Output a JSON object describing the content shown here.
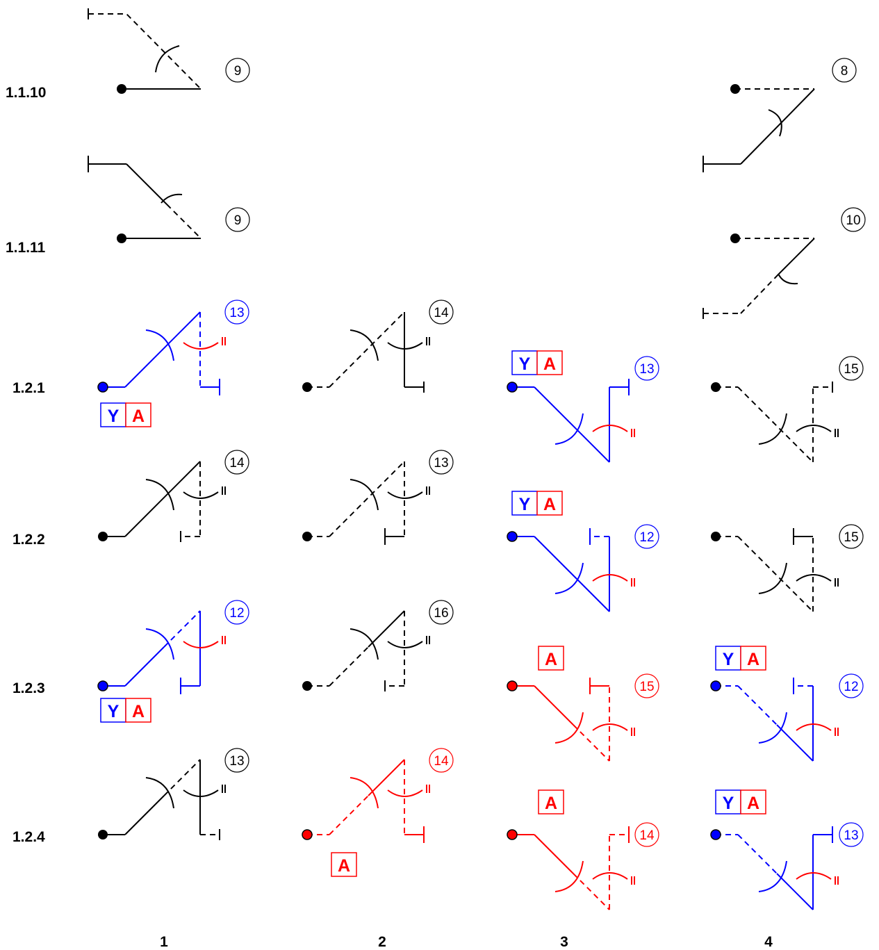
{
  "row_labels": [
    "1.1.10",
    "1.1.11",
    "1.2.1",
    "1.2.2",
    "1.2.3",
    "1.2.4"
  ],
  "column_labels": [
    "1",
    "2",
    "3",
    "4"
  ],
  "colors": {
    "black": "#000000",
    "blue": "#0000ff",
    "red": "#ff0000"
  },
  "symbols": [
    {
      "id": "r1c1",
      "number": "9",
      "number_color": "black"
    },
    {
      "id": "r2c1",
      "number": "9",
      "number_color": "black"
    },
    {
      "id": "r1c4",
      "number": "8",
      "number_color": "black"
    },
    {
      "id": "r2c4",
      "number": "10",
      "number_color": "black"
    },
    {
      "id": "r3c1",
      "number": "13",
      "number_color": "blue",
      "tag": [
        "Y",
        "A"
      ]
    },
    {
      "id": "r3c2",
      "number": "14",
      "number_color": "black"
    },
    {
      "id": "r3c3",
      "number": "13",
      "number_color": "blue",
      "tag": [
        "Y",
        "A"
      ]
    },
    {
      "id": "r3c4",
      "number": "15",
      "number_color": "black"
    },
    {
      "id": "r4c1",
      "number": "14",
      "number_color": "black"
    },
    {
      "id": "r4c2",
      "number": "13",
      "number_color": "black"
    },
    {
      "id": "r4c3",
      "number": "12",
      "number_color": "blue",
      "tag": [
        "Y",
        "A"
      ]
    },
    {
      "id": "r4c4",
      "number": "15",
      "number_color": "black"
    },
    {
      "id": "r5c1",
      "number": "12",
      "number_color": "blue",
      "tag": [
        "Y",
        "A"
      ]
    },
    {
      "id": "r5c2",
      "number": "16",
      "number_color": "black"
    },
    {
      "id": "r5c3",
      "number": "15",
      "number_color": "red",
      "tag": [
        "A"
      ]
    },
    {
      "id": "r5c4",
      "number": "12",
      "number_color": "blue",
      "tag": [
        "Y",
        "A"
      ]
    },
    {
      "id": "r6c1",
      "number": "13",
      "number_color": "black"
    },
    {
      "id": "r6c2",
      "number": "14",
      "number_color": "red",
      "tag": [
        "A"
      ]
    },
    {
      "id": "r6c3",
      "number": "14",
      "number_color": "red",
      "tag": [
        "A"
      ]
    },
    {
      "id": "r6c4",
      "number": "13",
      "number_color": "blue",
      "tag": [
        "Y",
        "A"
      ]
    }
  ]
}
